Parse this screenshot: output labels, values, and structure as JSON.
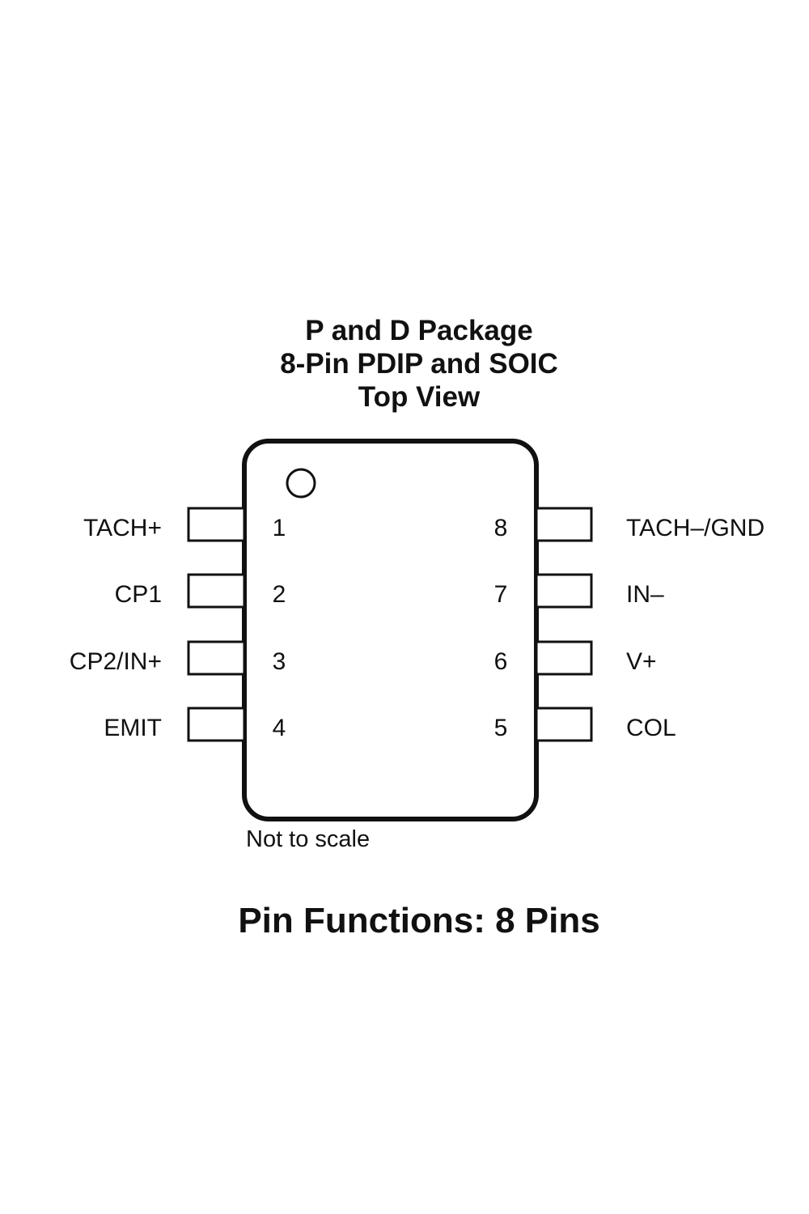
{
  "title": {
    "line1": "P and D Package",
    "line2": "8-Pin PDIP and SOIC",
    "line3": "Top View"
  },
  "package": {
    "pins_left": [
      {
        "number": "1",
        "name": "TACH+"
      },
      {
        "number": "2",
        "name": "CP1"
      },
      {
        "number": "3",
        "name": "CP2/IN+"
      },
      {
        "number": "4",
        "name": "EMIT"
      }
    ],
    "pins_right": [
      {
        "number": "8",
        "name": "TACH–/GND"
      },
      {
        "number": "7",
        "name": "IN–"
      },
      {
        "number": "6",
        "name": "V+"
      },
      {
        "number": "5",
        "name": "COL"
      }
    ],
    "pin1_marker": "circle-dot"
  },
  "note": "Not to scale",
  "footer": "Pin Functions: 8 Pins",
  "colors": {
    "ink": "#111111",
    "background": "#ffffff"
  }
}
